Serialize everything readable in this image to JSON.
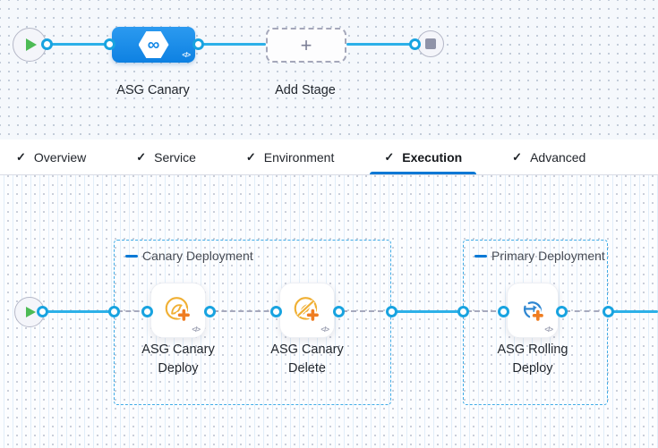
{
  "stage_graph": {
    "stage_label": "ASG Canary",
    "add_stage_label": "Add Stage"
  },
  "tabs": [
    {
      "label": "Overview"
    },
    {
      "label": "Service"
    },
    {
      "label": "Environment"
    },
    {
      "label": "Execution"
    },
    {
      "label": "Advanced"
    }
  ],
  "active_tab": "Execution",
  "execution_graph": {
    "groups": [
      {
        "label": "Canary Deployment",
        "steps": [
          {
            "line1": "ASG Canary",
            "line2": "Deploy"
          },
          {
            "line1": "ASG Canary",
            "line2": "Delete"
          }
        ]
      },
      {
        "label": "Primary Deployment",
        "steps": [
          {
            "line1": "ASG Rolling",
            "line2": "Deploy"
          }
        ]
      }
    ]
  },
  "icons": {
    "check": "✓",
    "plus": "+",
    "infinity": "∞",
    "code": "</>"
  },
  "colors": {
    "accent_blue": "#0278d5",
    "connector_cyan": "#2cb0e8",
    "stage_blue": "#1489e8",
    "canary_yellow": "#f0b034",
    "asg_orange": "#ef7d22",
    "rolling_blue": "#2e86d1",
    "play_green": "#4dbb55"
  }
}
